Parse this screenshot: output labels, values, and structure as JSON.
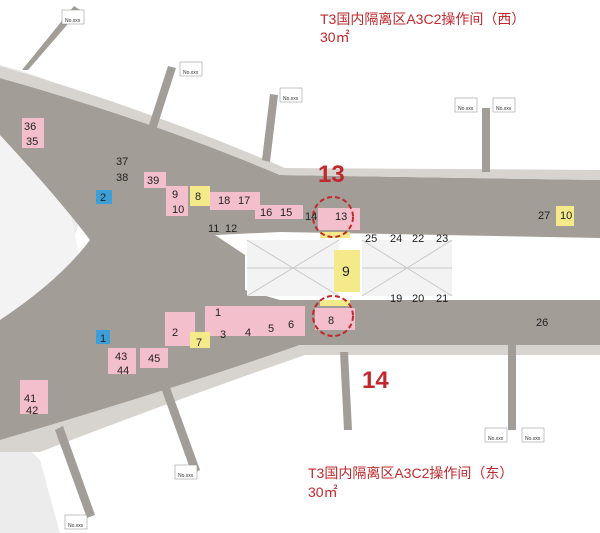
{
  "callouts": {
    "west_line1": "T3国内隔离区A3C2操作间（西）",
    "west_line2": "30㎡",
    "east_line1": "T3国内隔离区A3C2操作间（东）",
    "east_line2": "30㎡",
    "marker_13": "13",
    "marker_14": "14"
  },
  "colors": {
    "concourse": "#a39d97",
    "shop_pink": "#f4bfcc",
    "shop_yellow": "#f5ea8a",
    "shop_blue": "#3d9fd8",
    "highlight": "#c0282d"
  },
  "bays": {
    "b36": "36",
    "b35": "35",
    "b37": "37",
    "b38": "38",
    "b39": "39",
    "b2": "2",
    "b9": "9",
    "b8": "8",
    "b10": "10",
    "b18": "18",
    "b17": "17",
    "b16": "16",
    "b15": "15",
    "b14": "14",
    "b13": "13",
    "b11": "11",
    "b12": "12",
    "b25": "25",
    "b24": "24",
    "b22": "22",
    "b23": "23",
    "b27": "27",
    "b10r": "10",
    "c9": "9",
    "b19": "19",
    "b20": "20",
    "b21": "21",
    "b8l": "8",
    "b1": "1",
    "b3": "3",
    "b4": "4",
    "b5": "5",
    "b6": "6",
    "b2l": "2",
    "b7": "7",
    "b26": "26",
    "b1b": "1",
    "b43": "43",
    "b44": "44",
    "b45": "45",
    "b41": "41",
    "b42": "42"
  },
  "gate_sign": "No.xxx"
}
